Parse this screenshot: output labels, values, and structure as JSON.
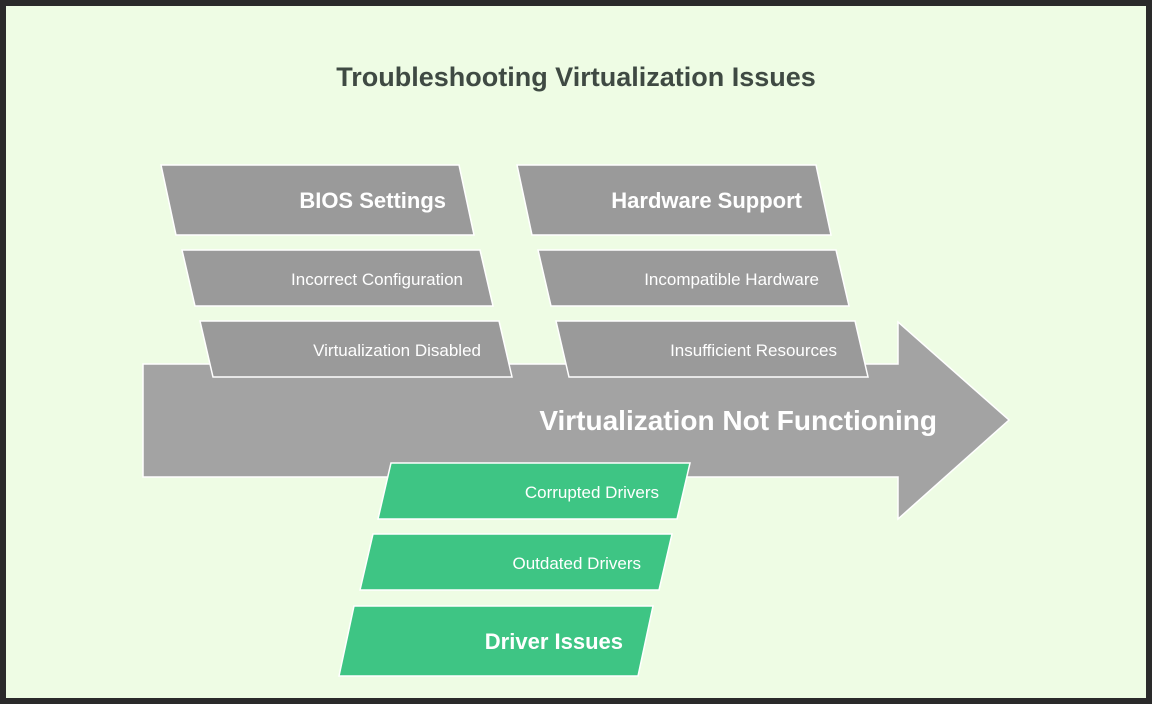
{
  "title": "Troubleshooting Virtualization Issues",
  "effect": "Virtualization Not Functioning",
  "categories": [
    {
      "name": "BIOS Settings",
      "causes": [
        "Incorrect Configuration",
        "Virtualization Disabled"
      ]
    },
    {
      "name": "Hardware Support",
      "causes": [
        "Incompatible Hardware",
        "Insufficient Resources"
      ]
    },
    {
      "name": "Driver Issues",
      "causes": [
        "Corrupted Drivers",
        "Outdated Drivers"
      ]
    }
  ],
  "colors": {
    "background": "#eefce4",
    "arrow": "#a3a3a3",
    "gray_box": "#9a9a9a",
    "green_box": "#3ec584",
    "title": "#3f4a43"
  }
}
